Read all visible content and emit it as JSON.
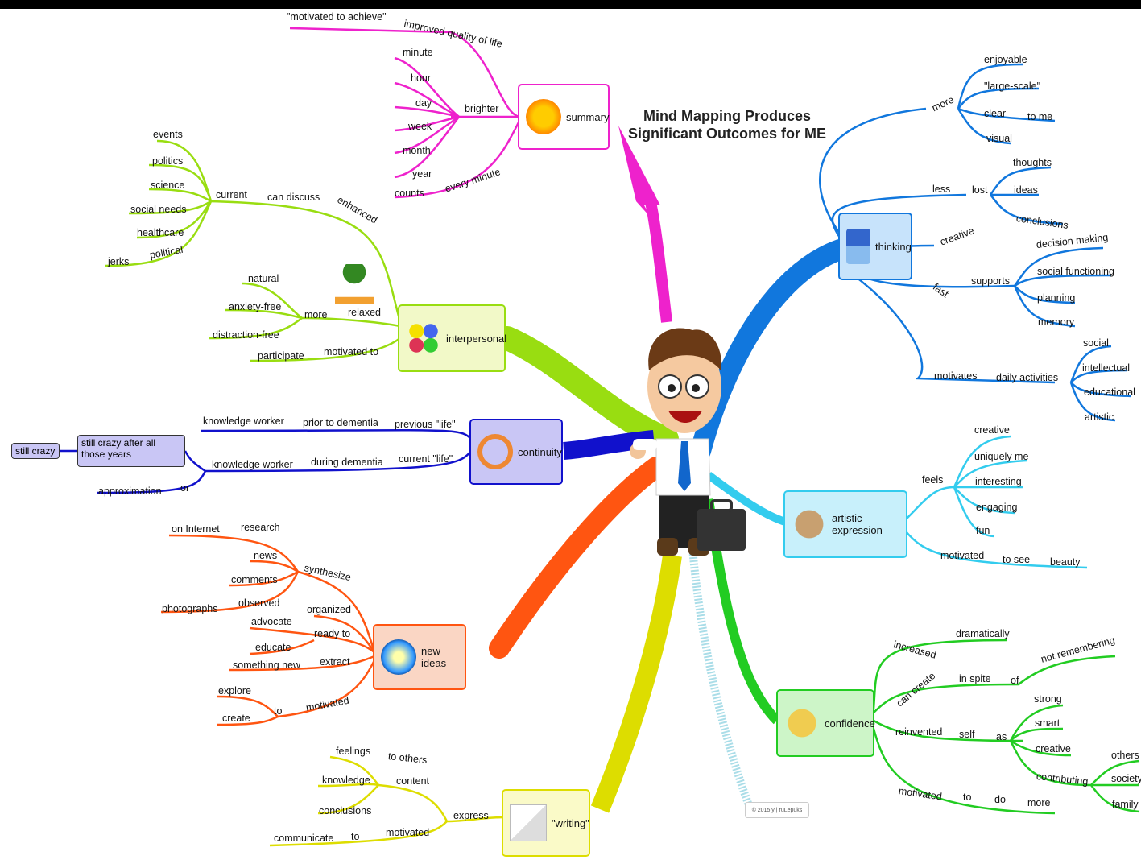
{
  "title_line1": "Mind Mapping Produces",
  "title_line2": "Significant Outcomes for ME",
  "copyright": "© 2015 y | ruLepuks",
  "colors": {
    "summary": "#ee22cc",
    "interpersonal": "#99dd11",
    "continuity": "#1111cc",
    "new_ideas": "#ff5511",
    "writing": "#dddd00",
    "thinking": "#1177dd",
    "artistic": "#33ccee",
    "confidence": "#22cc22"
  },
  "nodes": {
    "summary": "summary",
    "interpersonal": "interpersonal",
    "continuity": "continuity",
    "new_ideas": "new ideas",
    "writing": "\"writing\"",
    "thinking": "thinking",
    "artistic": "artistic expression",
    "confidence": "confidence",
    "still_crazy_after": "still crazy after all those years",
    "still_crazy": "still crazy"
  },
  "labels": {
    "summary": [
      "\"motivated to achieve\"",
      "improved quality of life",
      "minute",
      "hour",
      "day",
      "week",
      "month",
      "year",
      "brighter",
      "counts",
      "every minute"
    ],
    "interpersonal": [
      "events",
      "politics",
      "science",
      "social needs",
      "healthcare",
      "jerks",
      "political",
      "current",
      "can discuss",
      "enhanced",
      "natural",
      "anxiety-free",
      "distraction-free",
      "more",
      "relaxed",
      "participate",
      "motivated to"
    ],
    "continuity": [
      "knowledge worker",
      "prior to dementia",
      "previous \"life\"",
      "knowledge worker",
      "during dementia",
      "current \"life\"",
      "approximation",
      "or"
    ],
    "new_ideas": [
      "on Internet",
      "research",
      "news",
      "comments",
      "photographs",
      "observed",
      "synthesize",
      "organized",
      "advocate",
      "ready to",
      "educate",
      "something new",
      "extract",
      "explore",
      "create",
      "to",
      "motivated"
    ],
    "writing": [
      "feelings",
      "to others",
      "knowledge",
      "content",
      "conclusions",
      "express",
      "communicate",
      "to",
      "motivated"
    ],
    "thinking": [
      "enjoyable",
      "\"large-scale\"",
      "clear",
      "to me",
      "visual",
      "more",
      "thoughts",
      "less",
      "lost",
      "ideas",
      "conclusions",
      "creative",
      "decision making",
      "social functioning",
      "supports",
      "fast",
      "planning",
      "memory",
      "social",
      "intellectual",
      "motivates",
      "daily activities",
      "educational",
      "artistic"
    ],
    "artistic": [
      "creative",
      "uniquely me",
      "feels",
      "interesting",
      "engaging",
      "fun",
      "motivated",
      "to see",
      "beauty"
    ],
    "confidence": [
      "dramatically",
      "increased",
      "not remembering",
      "can create",
      "in spite",
      "of",
      "strong",
      "reinvented",
      "self",
      "as",
      "smart",
      "creative",
      "others",
      "contributing",
      "society",
      "motivated",
      "to",
      "do",
      "more",
      "family"
    ]
  }
}
